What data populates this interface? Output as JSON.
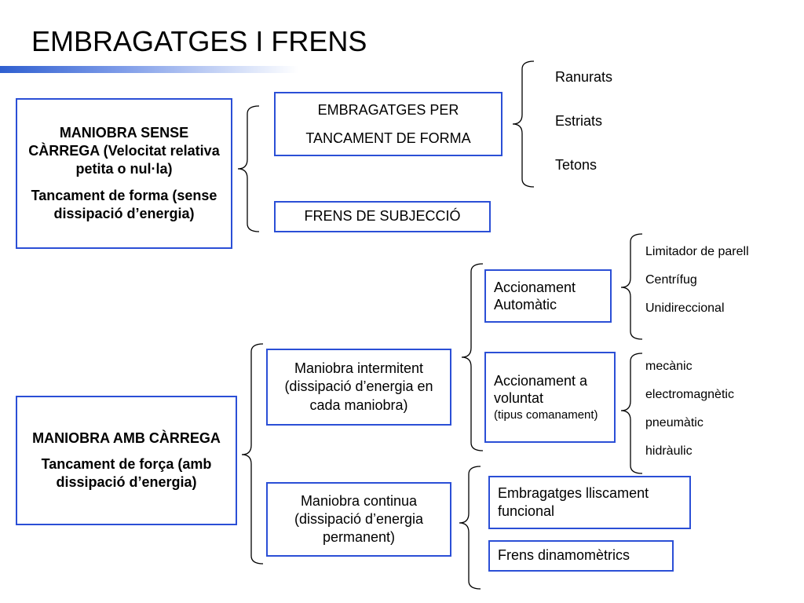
{
  "title": "EMBRAGATGES I FRENS",
  "accent_color": "#2b4fd6",
  "without_load": {
    "heading": "MANIOBRA SENSE CÀRREGA (Velocitat relativa petita o nul·la)",
    "detail": "Tancament de forma (sense dissipació d’energia)",
    "clutches_box": {
      "line1": "EMBRAGATGES PER",
      "line2": "TANCAMENT DE FORMA",
      "types": [
        "Ranurats",
        "Estriats",
        "Tetons"
      ]
    },
    "holding_brakes": "FRENS DE SUBJECCIÓ"
  },
  "with_load": {
    "heading": "MANIOBRA AMB CÀRREGA",
    "detail": "Tancament de força (amb dissipació d’energia)",
    "intermittent": {
      "label": "Maniobra intermitent (dissipació d’energia en cada maniobra)",
      "automatic": {
        "label": "Accionament Automàtic",
        "types": [
          "Limitador de parell",
          "Centrífug",
          "Unidireccional"
        ]
      },
      "voluntary": {
        "label": "Accionament a voluntat",
        "note": "(tipus comanament)",
        "types": [
          "mecànic",
          "electromagnètic",
          "pneumàtic",
          "hidràulic"
        ]
      }
    },
    "continuous": {
      "label": "Maniobra continua (dissipació d’energia permanent)",
      "slip_clutches": "Embragatges lliscament funcional",
      "dynamometric_brakes": "Frens dinamomètrics"
    }
  }
}
